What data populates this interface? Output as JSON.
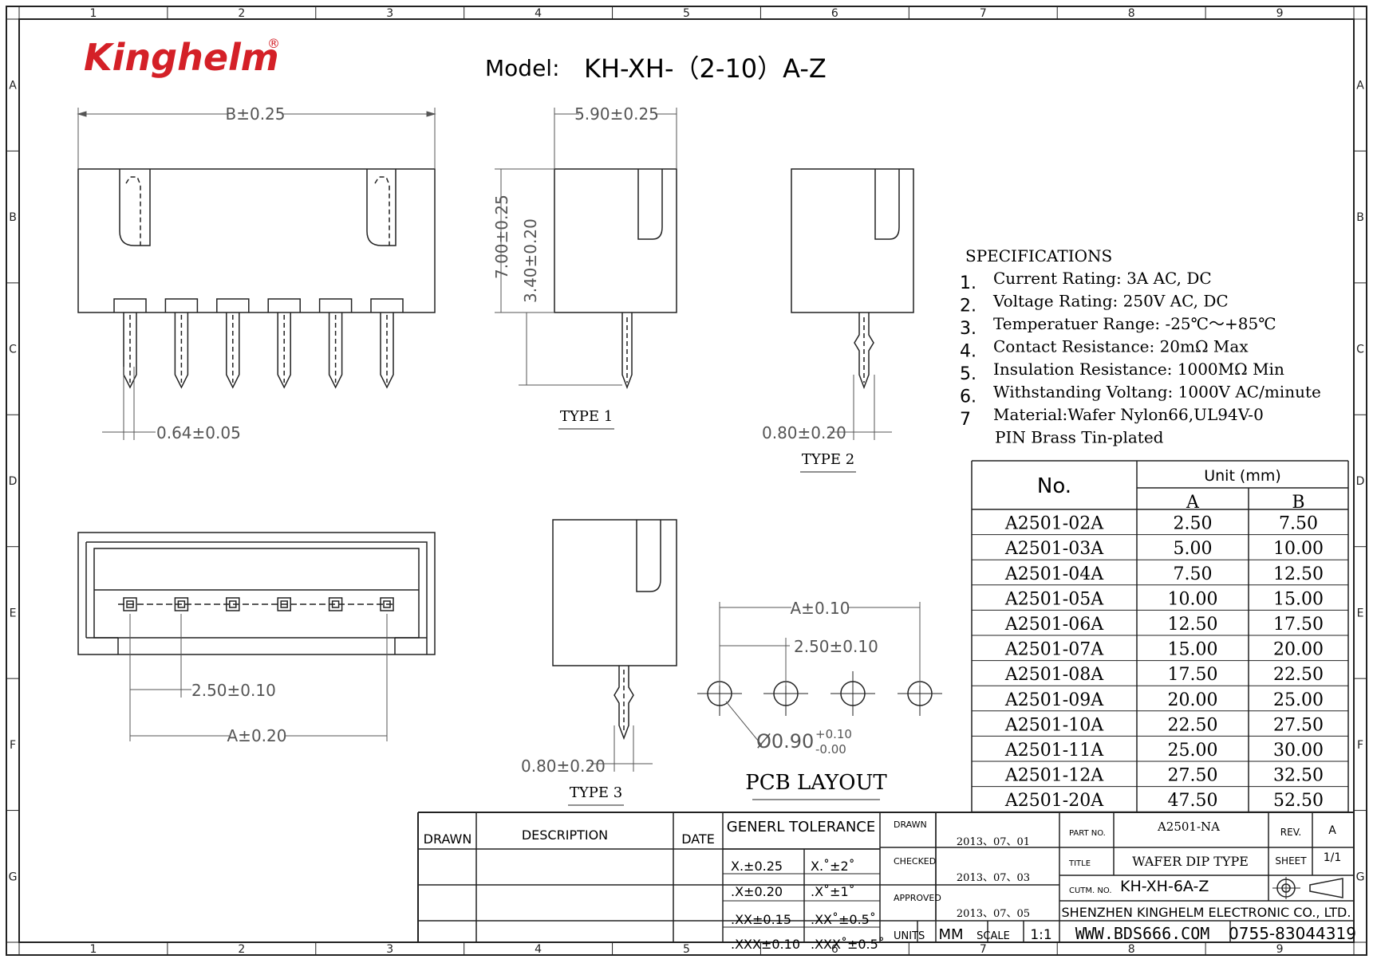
{
  "brand": {
    "logo_text": "Kinghelm",
    "registered": "®",
    "logo_color": "#d42027"
  },
  "model": {
    "label": "Model:",
    "value": "KH-XH-（2-10）A-Z"
  },
  "border_zones": {
    "numbers": [
      "1",
      "2",
      "3",
      "4",
      "5",
      "6",
      "7",
      "8",
      "9"
    ],
    "letters": [
      "A",
      "B",
      "C",
      "D",
      "E",
      "F",
      "G"
    ]
  },
  "dims": {
    "b_width": "B±0.25",
    "side_width": "5.90±0.25",
    "height_total": "7.00±0.25",
    "height_pin": "3.40±0.20",
    "pin_width": "0.64±0.05",
    "type2_pin": "0.80±0.20",
    "type3_pin": "0.80±0.20",
    "pitch_bottom": "2.50±0.10",
    "a_bottom": "A±0.20",
    "pcb_a": "A±0.10",
    "pcb_pitch": "2.50±0.10",
    "hole_dia": "Ø0.90",
    "hole_tol_plus": "+0.10",
    "hole_tol_minus": "-0.00"
  },
  "labels": {
    "type1": "TYPE 1",
    "type2": "TYPE 2",
    "type3": "TYPE 3",
    "pcb_layout": "PCB LAYOUT"
  },
  "specifications": {
    "title": "SPECIFICATIONS",
    "items": [
      {
        "num": "1.",
        "text": "Current Rating: 3A AC, DC"
      },
      {
        "num": "2.",
        "text": "Voltage Rating: 250V AC, DC"
      },
      {
        "num": "3.",
        "text": "Temperatuer Range: -25℃～+85℃"
      },
      {
        "num": "4.",
        "text": "Contact Resistance: 20mΩ Max"
      },
      {
        "num": "5.",
        "text": "Insulation Resistance: 1000MΩ Min"
      },
      {
        "num": "6.",
        "text": "Withstanding Voltang: 1000V AC/minute"
      },
      {
        "num": "7",
        "text": "Material:Wafer Nylon66,UL94V-0"
      }
    ],
    "extra_line": "PIN Brass Tin-plated"
  },
  "dim_table": {
    "no_header": "No.",
    "unit_header": "Unit (mm)",
    "col_a": "A",
    "col_b": "B",
    "rows": [
      {
        "no": "A2501-02A",
        "a": "2.50",
        "b": "7.50"
      },
      {
        "no": "A2501-03A",
        "a": "5.00",
        "b": "10.00"
      },
      {
        "no": "A2501-04A",
        "a": "7.50",
        "b": "12.50"
      },
      {
        "no": "A2501-05A",
        "a": "10.00",
        "b": "15.00"
      },
      {
        "no": "A2501-06A",
        "a": "12.50",
        "b": "17.50"
      },
      {
        "no": "A2501-07A",
        "a": "15.00",
        "b": "20.00"
      },
      {
        "no": "A2501-08A",
        "a": "17.50",
        "b": "22.50"
      },
      {
        "no": "A2501-09A",
        "a": "20.00",
        "b": "25.00"
      },
      {
        "no": "A2501-10A",
        "a": "22.50",
        "b": "27.50"
      },
      {
        "no": "A2501-11A",
        "a": "25.00",
        "b": "30.00"
      },
      {
        "no": "A2501-12A",
        "a": "27.50",
        "b": "32.50"
      },
      {
        "no": "A2501-20A",
        "a": "47.50",
        "b": "52.50"
      }
    ]
  },
  "title_block": {
    "drawn": "DRAWN",
    "description": "DESCRIPTION",
    "date": "DATE",
    "tolerance_header": "GENERL TOLERANCE",
    "tolerances": [
      {
        "linear": "X.±0.25",
        "angle": "X.˚±2˚"
      },
      {
        "linear": ".X±0.20",
        "angle": ".X˚±1˚"
      },
      {
        "linear": ".XX±0.15",
        "angle": ".XX˚±0.5˚"
      },
      {
        "linear": ".XXX±0.10",
        "angle": ".XXX˚±0.5˚"
      }
    ],
    "drawn_label": "DRAWN",
    "drawn_date": "2013、07、01",
    "checked_label": "CHECKED",
    "checked_date": "2013、07、03",
    "approved_label": "APPROVED",
    "approved_date": "2013、07、05",
    "units_label": "UNITS",
    "units_value": "MM",
    "scale_label": "SCALE",
    "scale_value": "1:1",
    "part_no_label": "PART NO.",
    "part_no": "A2501-NA",
    "rev_label": "REV.",
    "rev": "A",
    "title_label": "TITLE",
    "title": "WAFER DIP TYPE",
    "sheet_label": "SHEET",
    "sheet": "1/1",
    "cust_no_label": "CUTM. NO.",
    "cust_no": "KH-XH-6A-Z",
    "company": "SHENZHEN KINGHELM ELECTRONIC CO., LTD.",
    "website": "WWW.BDS666.COM",
    "phone": "0755-83044319"
  }
}
